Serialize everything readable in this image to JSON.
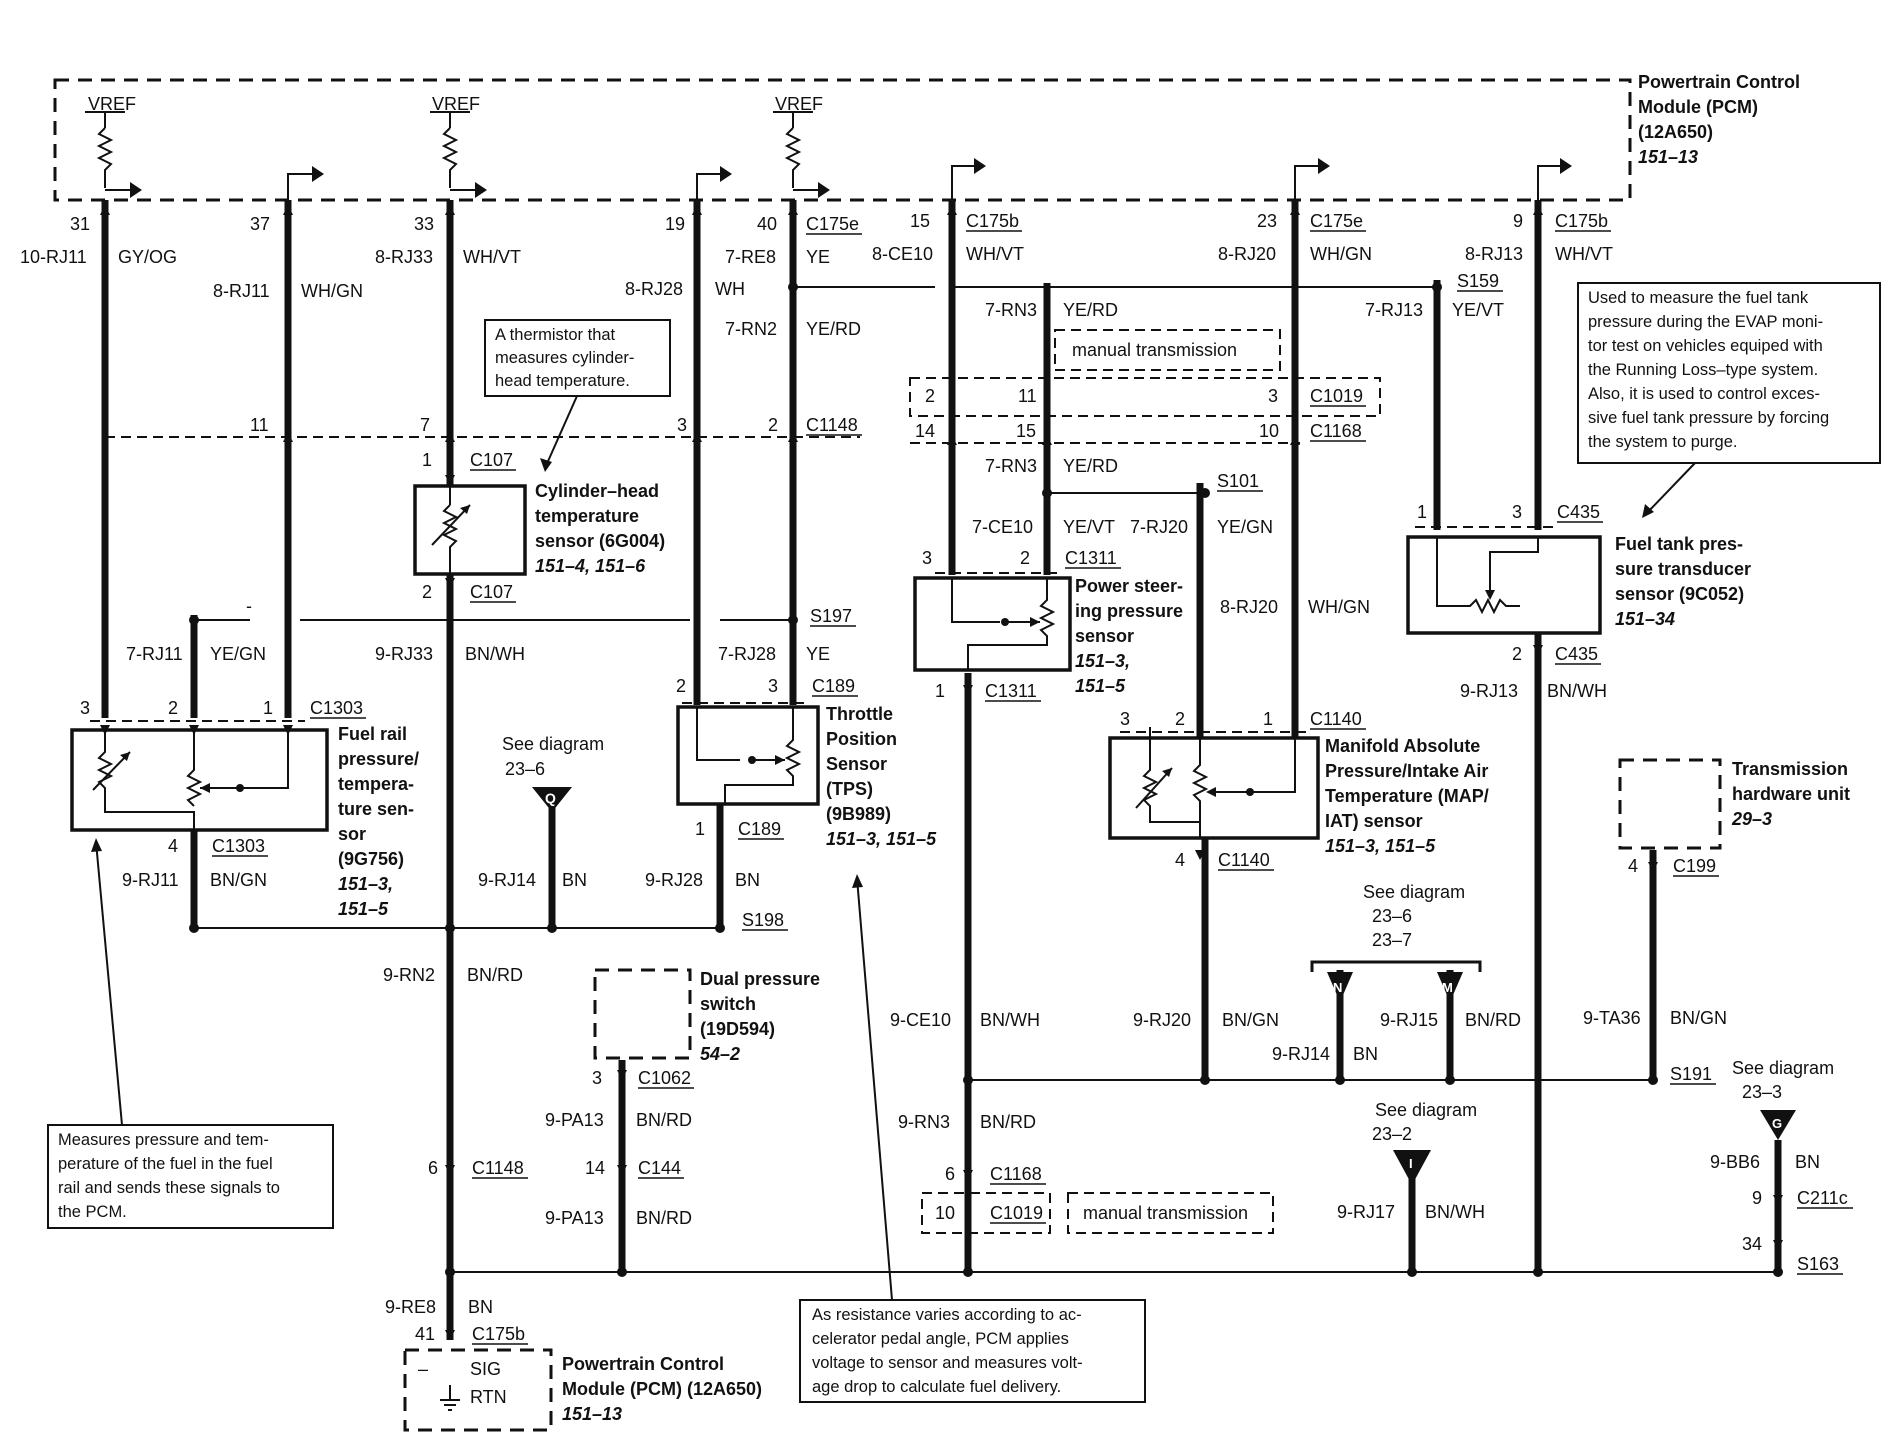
{
  "pcm": {
    "title": [
      "Powertrain Control",
      "Module (PCM)",
      "(12A650)"
    ],
    "ref": "151–13",
    "vref": "VREF"
  },
  "circuits": {
    "c1": {
      "pin": "31",
      "ckt": "10-RJ11",
      "color": "GY/OG"
    },
    "c2": {
      "pin": "37",
      "ckt": "8-RJ11",
      "color": "WH/GN"
    },
    "c3": {
      "pin": "33",
      "ckt": "8-RJ33",
      "color": "WH/VT"
    },
    "c4": {
      "pin": "19",
      "ckt": "8-RJ28",
      "color": "WH"
    },
    "c5": {
      "pin": "40",
      "conn": "C175e",
      "ckt": "7-RE8",
      "color": "YE",
      "ckt2": "7-RN2",
      "color2": "YE/RD"
    },
    "c6": {
      "pin": "15",
      "conn": "C175b",
      "ckt": "8-CE10",
      "color": "WH/VT"
    },
    "c7": {
      "pin": "23",
      "conn": "C175e",
      "ckt": "8-RJ20",
      "color": "WH/GN"
    },
    "c8": {
      "pin": "9",
      "conn": "C175b",
      "ckt": "8-RJ13",
      "color": "WH/VT"
    },
    "rn3a": {
      "ckt": "7-RN3",
      "color": "YE/RD"
    },
    "rn3b": {
      "ckt": "7-RN3",
      "color": "YE/RD"
    },
    "rj13": {
      "ckt": "7-RJ13",
      "color": "YE/VT",
      "splice": "S159"
    },
    "ce10": {
      "ckt": "7-CE10",
      "color": "YE/VT"
    },
    "rj20": {
      "ckt": "7-RJ20",
      "color": "YE/GN",
      "splice": "S101"
    },
    "rj20b": {
      "ckt": "8-RJ20",
      "color": "WH/GN"
    },
    "rj11b": {
      "ckt": "7-RJ11",
      "color": "YE/GN"
    },
    "rj33b": {
      "ckt": "9-RJ33",
      "color": "BN/WH"
    },
    "rj28b": {
      "ckt": "7-RJ28",
      "color": "YE",
      "splice": "S197"
    },
    "rj13b": {
      "ckt": "9-RJ13",
      "color": "BN/WH"
    },
    "rj11c": {
      "ckt": "9-RJ11",
      "color": "BN/GN"
    },
    "rj14a": {
      "ckt": "9-RJ14",
      "color": "BN"
    },
    "rj28c": {
      "ckt": "9-RJ28",
      "color": "BN",
      "splice": "S198"
    },
    "rn2": {
      "ckt": "9-RN2",
      "color": "BN/RD"
    },
    "pa13a": {
      "ckt": "9-PA13",
      "color": "BN/RD"
    },
    "pa13b": {
      "ckt": "9-PA13",
      "color": "BN/RD"
    },
    "ce10b": {
      "ckt": "9-CE10",
      "color": "BN/WH"
    },
    "rn3c": {
      "ckt": "9-RN3",
      "color": "BN/RD"
    },
    "rj20c": {
      "ckt": "9-RJ20",
      "color": "BN/GN"
    },
    "rj15": {
      "ckt": "9-RJ15",
      "color": "BN/RD"
    },
    "rj14b": {
      "ckt": "9-RJ14",
      "color": "BN"
    },
    "ta36": {
      "ckt": "9-TA36",
      "color": "BN/GN",
      "splice": "S191"
    },
    "rj17": {
      "ckt": "9-RJ17",
      "color": "BN/WH"
    },
    "bb6": {
      "ckt": "9-BB6",
      "color": "BN"
    },
    "re8": {
      "ckt": "9-RE8",
      "color": "BN"
    }
  },
  "connectors": {
    "c1148": "C1148",
    "c107": "C107",
    "c1019": "C1019",
    "c1168": "C1168",
    "c1311": "C1311",
    "c435": "C435",
    "c1303": "C1303",
    "c189": "C189",
    "c1140": "C1140",
    "c199": "C199",
    "c1062": "C1062",
    "c144": "C144",
    "c211c": "C211c",
    "s163": "S163",
    "c175b": "C175b"
  },
  "pins": {
    "p11": "11",
    "p7": "7",
    "p3": "3",
    "p2": "2",
    "p1": "1",
    "p4": "4",
    "p14": "14",
    "p15": "15",
    "p10": "10",
    "p6": "6",
    "p9": "9",
    "p34": "34",
    "p41": "41"
  },
  "components": {
    "cht": {
      "name": [
        "Cylinder–head",
        "temperature",
        "sensor (6G004)"
      ],
      "ref": "151–4, 151–6"
    },
    "fuelrail": {
      "name": [
        "Fuel rail",
        "pressure/",
        "tempera-",
        "ture sen-",
        "sor",
        "(9G756)"
      ],
      "ref": [
        "151–3,",
        "151–5"
      ]
    },
    "tps": {
      "name": [
        "Throttle",
        "Position",
        "Sensor",
        "(TPS)",
        "(9B989)"
      ],
      "ref": "151–3, 151–5"
    },
    "ps": {
      "name": [
        "Power steer-",
        "ing pressure",
        "sensor"
      ],
      "ref": [
        "151–3,",
        "151–5"
      ]
    },
    "map": {
      "name": [
        "Manifold Absolute",
        "Pressure/Intake Air",
        "Temperature (MAP/",
        "IAT) sensor"
      ],
      "ref": "151–3, 151–5"
    },
    "ftp": {
      "name": [
        "Fuel tank pres-",
        "sure transducer",
        "sensor (9C052)"
      ],
      "ref": "151–34"
    },
    "dps": {
      "name": [
        "Dual pressure",
        "switch",
        "(19D594)"
      ],
      "ref": "54–2"
    },
    "thu": {
      "name": [
        "Transmission",
        "hardware unit"
      ],
      "ref": "29–3"
    },
    "pcm2": {
      "name": [
        "Powertrain Control",
        "Module (PCM) (12A650)"
      ],
      "ref": "151–13",
      "sig": "SIG",
      "rtn": "RTN",
      "pin_minus": "–"
    }
  },
  "notes": {
    "thermistor": [
      "A thermistor that",
      "measures cylinder-",
      "head temperature."
    ],
    "ftp": [
      "Used to measure the fuel tank",
      "pressure during the EVAP moni-",
      "tor test on vehicles equiped with",
      "the Running Loss–type system.",
      "Also, it is used to control exces-",
      "sive fuel tank pressure by forcing",
      "the system to purge."
    ],
    "fuelrail": [
      "Measures pressure and tem-",
      "perature of the fuel in the fuel",
      "rail and sends these signals to",
      "the PCM."
    ],
    "tps": [
      "As resistance varies according to ac-",
      "celerator pedal angle, PCM applies",
      "voltage to sensor and measures volt-",
      "age drop to calculate fuel delivery."
    ]
  },
  "manual_transmission": "manual transmission",
  "see_diagram": {
    "q": {
      "label": "See diagram",
      "ref": "23–6",
      "letter": "Q"
    },
    "nm": {
      "label": "See diagram",
      "ref": [
        "23–6",
        "23–7"
      ],
      "letters": [
        "N",
        "M"
      ]
    },
    "i": {
      "label": "See diagram",
      "ref": "23–2",
      "letter": "I"
    },
    "g": {
      "label": "See diagram",
      "ref": "23–3",
      "letter": "G"
    }
  },
  "dash_mark": "-"
}
